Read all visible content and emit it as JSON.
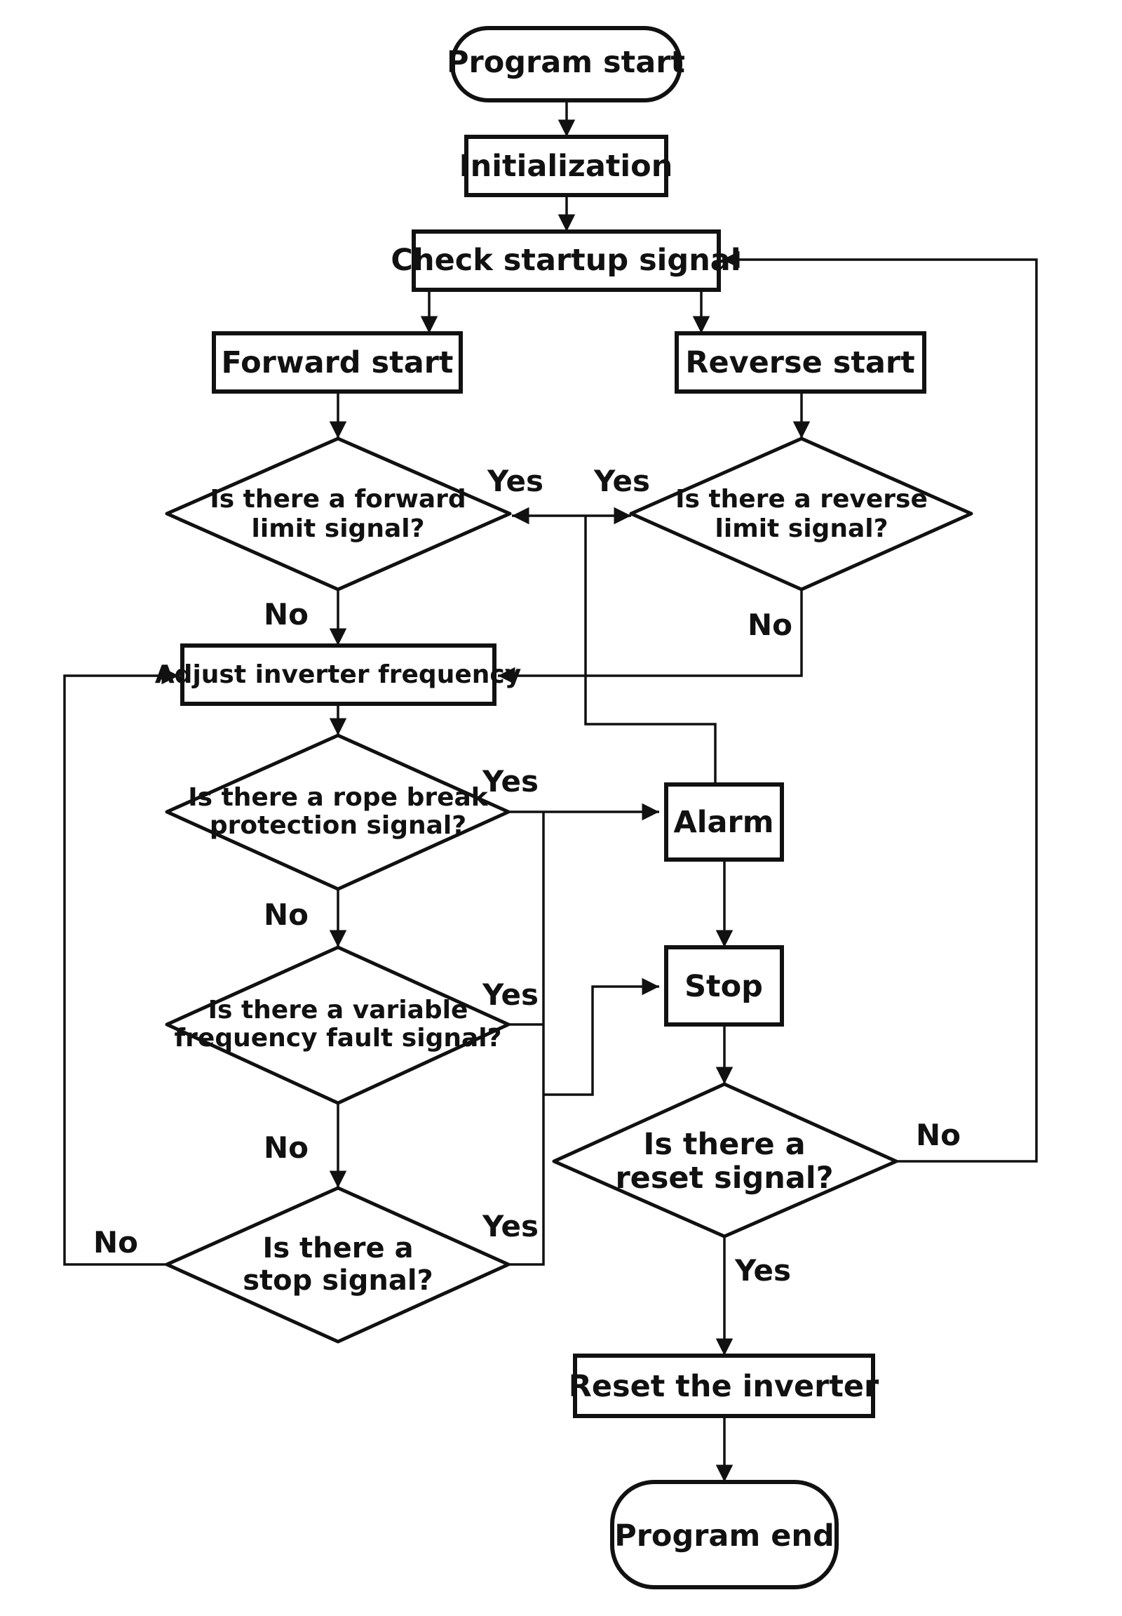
{
  "nodes": {
    "program_start": "Program start",
    "initialization": "Initialization",
    "check_startup": "Check startup signal",
    "forward_start": "Forward start",
    "reverse_start": "Reverse start",
    "forward_limit": [
      "Is there a forward",
      "limit signal?"
    ],
    "reverse_limit": [
      "Is there a reverse",
      "limit signal?"
    ],
    "adjust_freq": "Adjust inverter frequency",
    "rope_break": [
      "Is there a rope break",
      "protection signal?"
    ],
    "variable_fault": [
      "Is there a variable",
      "frequency fault signal?"
    ],
    "stop_signal": [
      "Is there a",
      "stop signal?"
    ],
    "alarm": "Alarm",
    "stop": "Stop",
    "reset_signal": [
      "Is there a",
      "reset signal?"
    ],
    "reset_inverter": "Reset the inverter",
    "program_end": "Program end"
  },
  "labels": {
    "yes": "Yes",
    "no": "No"
  }
}
